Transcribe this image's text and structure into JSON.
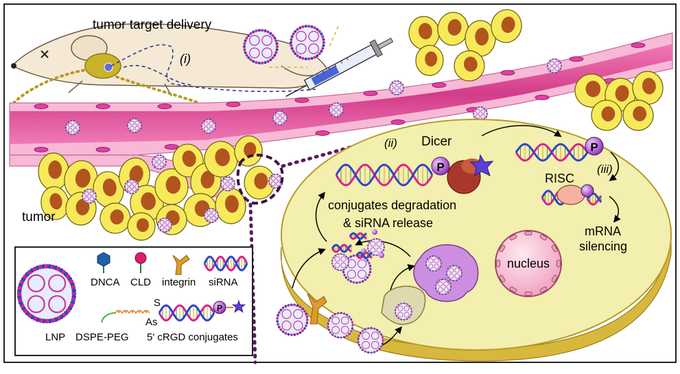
{
  "labels": {
    "title": "tumor target delivery",
    "step_i": "(i)",
    "step_ii": "(ii)",
    "step_iii": "(iii)",
    "tumor": "tumor",
    "dicer": "Dicer",
    "risc": "RISC",
    "p": "P",
    "degradation_line1": "conjugates degradation",
    "degradation_line2": "& siRNA release",
    "silencing_line1": "mRNA",
    "silencing_line2": "silencing",
    "nucleus": "nucleus"
  },
  "legend": {
    "lnp": "LNP",
    "dnca": "DNCA",
    "cld": "CLD",
    "integrin": "integrin",
    "sirna": "siRNA",
    "dspe_peg": "DSPE-PEG",
    "sense": "S",
    "antisense": "As",
    "conjugates": "5' cRGD conjugates"
  },
  "colors": {
    "vessel": "#e0509a",
    "vessel_wall": "#f7b9d6",
    "cell_fill": "#f6ea5a",
    "nucleus_fill": "#b2541e",
    "target_cell": "#f3efae",
    "target_rim": "#d8b83c",
    "rna_pink": "#d6238f",
    "rna_blue": "#2d46c8",
    "phosphate": "#9b37c8",
    "dicer": "#9c3a28",
    "endosome": "#cc8ee0",
    "nucleus_pink": "#f6c4d6",
    "mouse": "#f5e9d6",
    "tumor_in_mouse": "#c9b32a"
  }
}
